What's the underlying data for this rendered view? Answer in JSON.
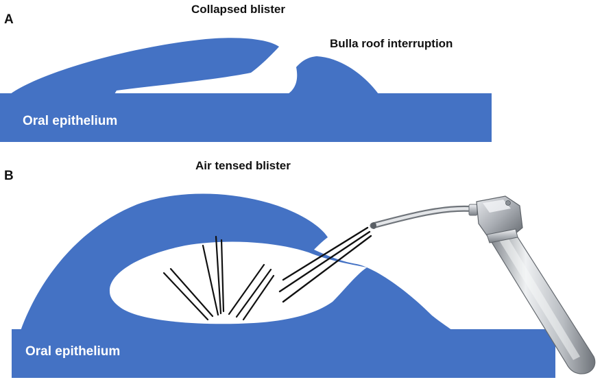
{
  "panel_a": {
    "letter": "A",
    "title": "Collapsed blister",
    "callout": "Bulla roof interruption",
    "tissue_label": "Oral epithelium"
  },
  "panel_b": {
    "letter": "B",
    "title": "Air tensed blister",
    "tissue_label": "Oral epithelium"
  },
  "colors": {
    "tissue": "#4472C4",
    "text_on_white": "#111111",
    "text_on_tissue": "#ffffff",
    "air_lines": "#111111",
    "syringe_metal": "#b8bcc2"
  }
}
